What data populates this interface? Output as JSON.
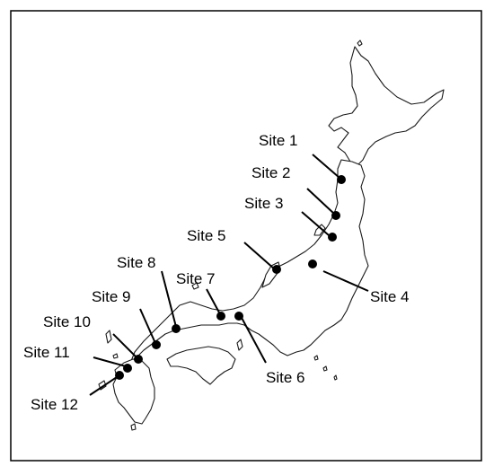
{
  "map": {
    "border_color": "#000000",
    "site_color": "#000000",
    "sites": [
      {
        "label": "Site 1"
      },
      {
        "label": "Site 2"
      },
      {
        "label": "Site 3"
      },
      {
        "label": "Site 4"
      },
      {
        "label": "Site 5"
      },
      {
        "label": "Site 6"
      },
      {
        "label": "Site 7"
      },
      {
        "label": "Site 8"
      },
      {
        "label": "Site 9"
      },
      {
        "label": "Site 10"
      },
      {
        "label": "Site 11"
      },
      {
        "label": "Site 12"
      }
    ]
  }
}
